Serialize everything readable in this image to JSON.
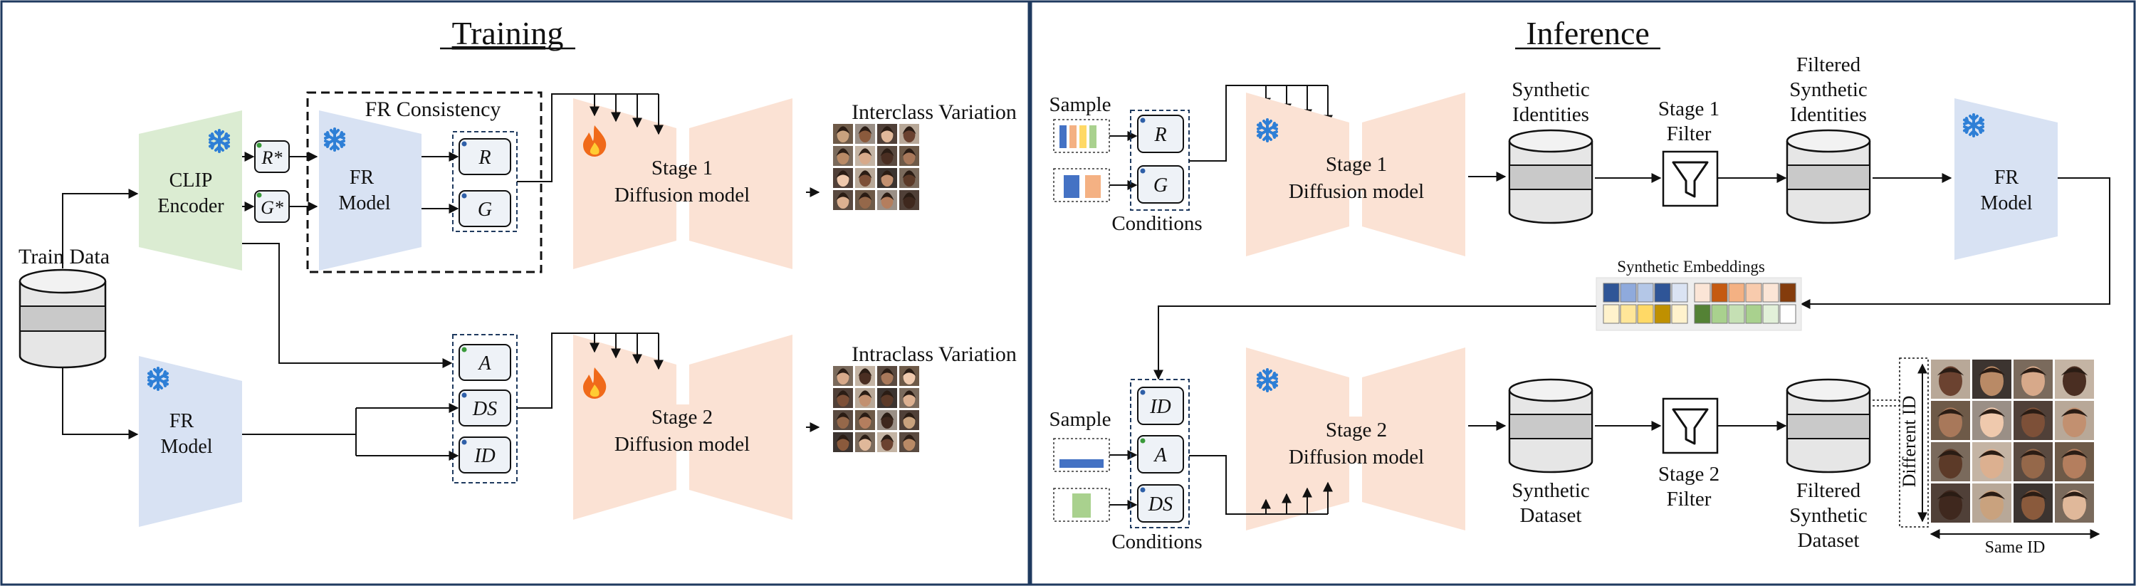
{
  "colors": {
    "border": "#1f3a5f",
    "clip": "#dbecd2",
    "fr": "#d8e2f3",
    "diffusion": "#fbe2d4",
    "dbBody": "#e6e6e6",
    "dbBand": "#c9c9c9",
    "cond": "#eef2f7",
    "snow": "#2e7fd6",
    "fire": "#f06a1a",
    "barBlue": "#4472c4",
    "barOrange": "#f4b183",
    "barYellow": "#ffd966",
    "barGreen": "#a9d18e"
  },
  "icons": [
    "snowflake-icon",
    "flame-icon",
    "filter-funnel-icon",
    "database-icon"
  ],
  "training": {
    "title": "Training",
    "train_data": "Train Data",
    "clip": [
      "CLIP",
      "Encoder"
    ],
    "fr_top": [
      "FR",
      "Model"
    ],
    "fr_bottom": [
      "FR",
      "Model"
    ],
    "fr_consistency": "FR Consistency",
    "r_star": "R*",
    "g_star": "G*",
    "cond_r": "R",
    "cond_g": "G",
    "cond_a": "A",
    "cond_ds": "DS",
    "cond_id": "ID",
    "stage1": [
      "Stage 1",
      "Diffusion model"
    ],
    "stage2": [
      "Stage 2",
      "Diffusion model"
    ],
    "interclass": "Interclass Variation",
    "intraclass": "Intraclass Variation"
  },
  "inference": {
    "title": "Inference",
    "sample_top": "Sample",
    "sample_bottom": "Sample",
    "conditions_top": "Conditions",
    "conditions_bottom": "Conditions",
    "cond_r": "R",
    "cond_g": "G",
    "cond_id": "ID",
    "cond_a": "A",
    "cond_ds": "DS",
    "stage1": [
      "Stage 1",
      "Diffusion model"
    ],
    "stage2": [
      "Stage 2",
      "Diffusion model"
    ],
    "synthetic_identities": [
      "Synthetic",
      "Identities"
    ],
    "stage1_filter": [
      "Stage 1",
      "Filter"
    ],
    "filtered_identities": [
      "Filtered",
      "Synthetic",
      "Identities"
    ],
    "fr": [
      "FR",
      "Model"
    ],
    "synthetic_embeddings": "Synthetic Embeddings",
    "synthetic_dataset": [
      "Synthetic",
      "Dataset"
    ],
    "stage2_filter": [
      "Stage 2",
      "Filter"
    ],
    "filtered_dataset": [
      "Filtered",
      "Synthetic",
      "Dataset"
    ],
    "different_id": "Different ID",
    "same_id": "Same ID"
  }
}
